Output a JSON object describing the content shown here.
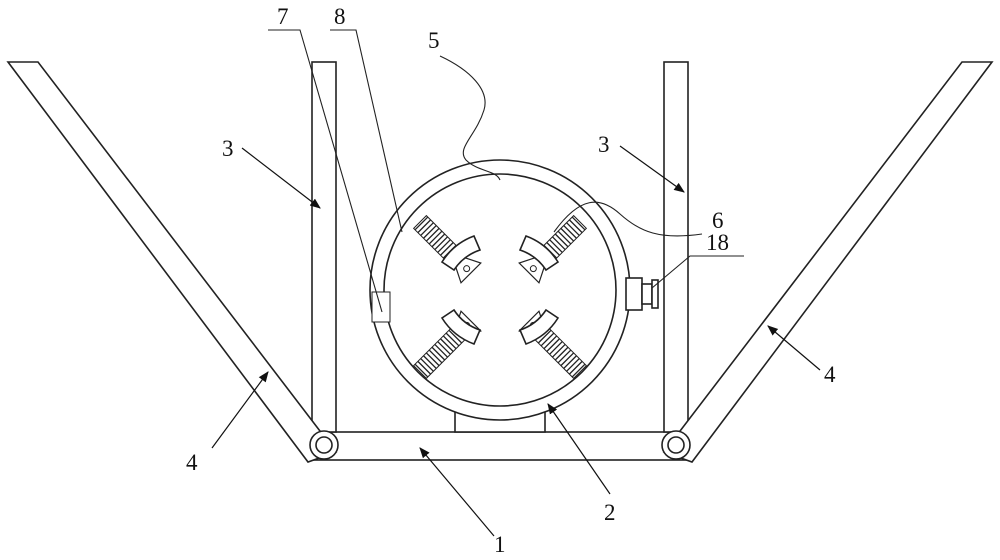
{
  "figure": {
    "labels": {
      "l1": "1",
      "l2": "2",
      "l3_left": "3",
      "l3_right": "3",
      "l4_left": "4",
      "l4_right": "4",
      "l5": "5",
      "l6": "6",
      "l7": "7",
      "l8": "8",
      "l18": "18"
    }
  }
}
